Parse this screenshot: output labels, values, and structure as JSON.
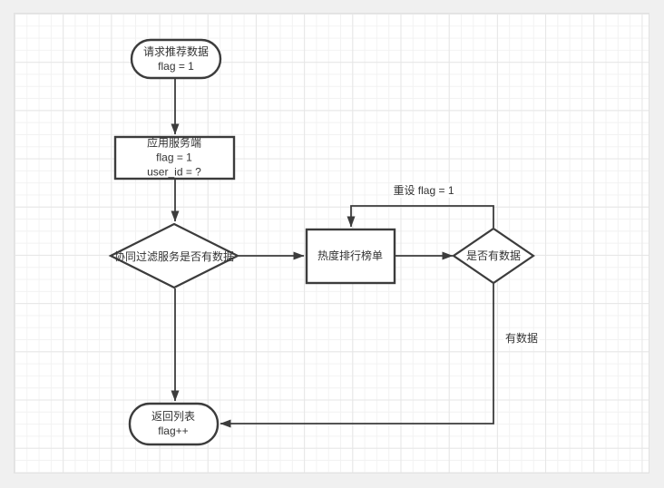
{
  "canvas": {
    "outer_background": "#f0f0f0",
    "page_background": "#ffffff",
    "grid_minor_color": "#f2f2f2",
    "grid_major_color": "#e6e6e6"
  },
  "style": {
    "shape_stroke": "#3c3c3c",
    "shape_fill": "#ffffff",
    "edge_stroke": "#3c3c3c",
    "text_color": "#333333"
  },
  "nodes": {
    "start": {
      "type": "terminator",
      "label": "请求推荐数据\nflag = 1"
    },
    "app_server": {
      "type": "process",
      "label": "应用服务端\nflag = 1\nuser_id = ?"
    },
    "cf_check": {
      "type": "decision",
      "label": "协同过滤服务是否有数据"
    },
    "hot_rank": {
      "type": "process",
      "label": "热度排行榜单"
    },
    "data_check": {
      "type": "decision",
      "label": "是否有数据"
    },
    "end": {
      "type": "terminator",
      "label": "返回列表\nflag++"
    }
  },
  "edge_labels": {
    "reset_flag": "重设 flag = 1",
    "has_data": "有数据"
  }
}
